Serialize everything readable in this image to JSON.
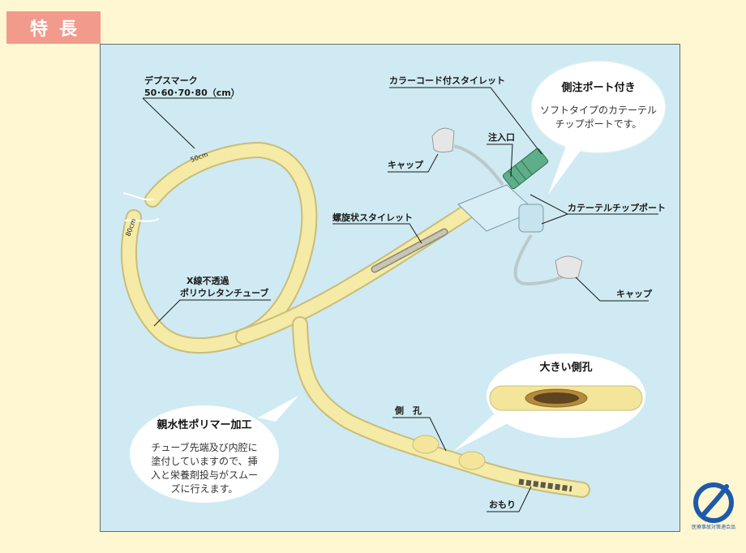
{
  "header": {
    "title": "特長"
  },
  "labels": {
    "depth_mark_title": "デプスマーク",
    "depth_mark_values": "50･60･70･80（cm）",
    "mark_50": "50cm",
    "mark_80": "80cm",
    "color_code_stylet": "カラーコード付スタイレット",
    "injection_port": "注入口",
    "cap_upper": "キャップ",
    "cap_lower": "キャップ",
    "catheter_tip_port": "カテーテルチップポート",
    "spiral_stylet": "螺旋状スタイレット",
    "xray_line1": "X線不透過",
    "xray_line2": "ポリウレタンチューブ",
    "side_hole": "側　孔",
    "weight": "おもり"
  },
  "callouts": {
    "side_port": {
      "title": "側注ポート付き",
      "line1": "ソフトタイプのカテーテル",
      "line2": "チップポートです。"
    },
    "large_hole": {
      "title": "大きい側孔"
    },
    "hydrophilic": {
      "title": "親水性ポリマー加工",
      "line1": "チューブ先端及び内腔に",
      "line2": "塗付していますので、挿",
      "line3": "入と栄養剤投与がスムー",
      "line4": "ズに行えます。"
    }
  },
  "logo": {
    "text": "医療事故対策適合品"
  },
  "colors": {
    "background": "#fef7d2",
    "panel": "#cfeaf3",
    "badge": "#f29a8c",
    "tube": "#f5eba6",
    "stylet": "#5fae8a",
    "logo": "#1f5aa8"
  }
}
